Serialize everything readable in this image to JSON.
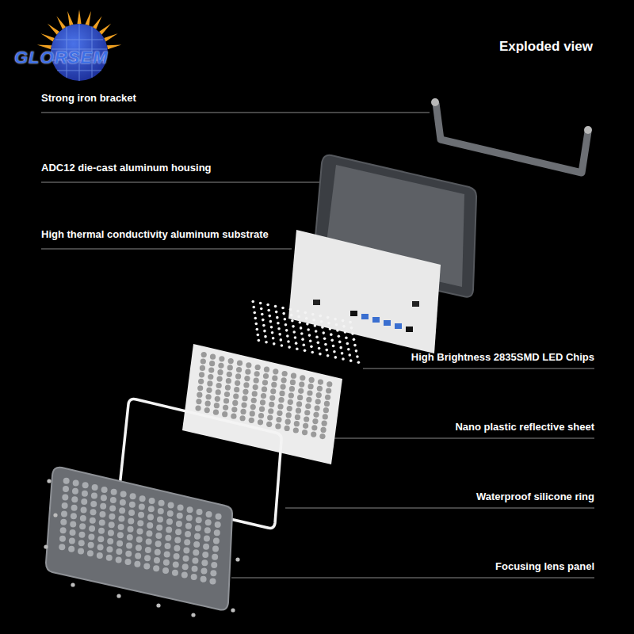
{
  "diagram": {
    "title": "Exploded view",
    "labels": [
      "GLORSEM",
      "Strong iron bracket",
      "ADC12 die-cast aluminum housing",
      "High thermal conductivity aluminum substrate",
      "High Brightness 2835SMD LED Chips",
      "Nano plastic reflective sheet",
      "Waterproof silicone ring",
      "Focusing lens panel"
    ]
  }
}
